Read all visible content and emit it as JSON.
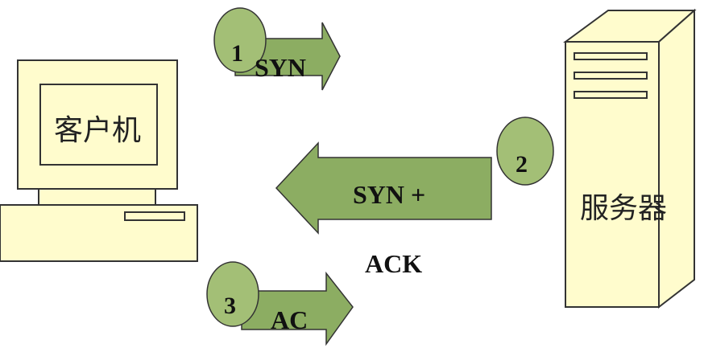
{
  "client": {
    "label": "客户机"
  },
  "server": {
    "label": "服务器"
  },
  "steps": [
    {
      "number": "1",
      "message": "SYN"
    },
    {
      "number": "2",
      "message": "SYN +",
      "message_continued": "ACK"
    },
    {
      "number": "3",
      "message": "AC"
    }
  ],
  "colors": {
    "arrow_fill": "#8cad62",
    "step_circle_fill": "#a3bf76",
    "client_fill": "#fffccd",
    "server_fill": "#fffccd",
    "outline": "#333333"
  }
}
